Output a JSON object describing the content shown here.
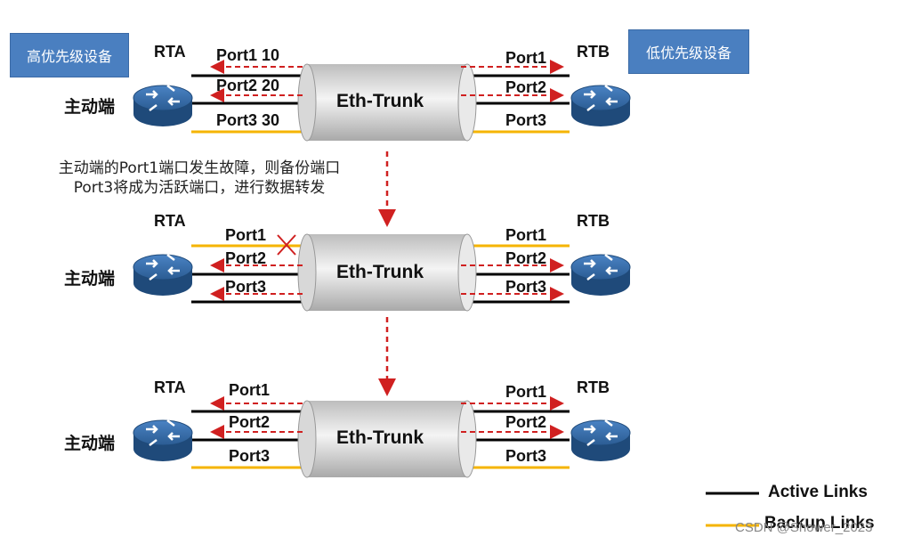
{
  "tags": {
    "high": "高优先级设备",
    "low": "低优先级设备"
  },
  "routers": {
    "a": "RTA",
    "b": "RTB"
  },
  "actor_label": "主动端",
  "trunk": "Eth-Trunk",
  "note_lines": [
    "主动端的Port1端口发生故障，则备份端口",
    "Port3将成为活跃端口，进行数据转发"
  ],
  "ports": {
    "p1": "Port1",
    "p2": "Port2",
    "p3": "Port3",
    "p1_prio": "Port1 10",
    "p2_prio": "Port2 20",
    "p3_prio": "Port3 30"
  },
  "legend": {
    "active": "Active Links",
    "backup": "Backup Links"
  },
  "watermark": "CSDN @Shower_2023",
  "colors": {
    "active": "#000000",
    "backup": "#f5b400",
    "arrow": "#d02020",
    "tag": "#4a7fc0",
    "router": "#2f5f96"
  }
}
